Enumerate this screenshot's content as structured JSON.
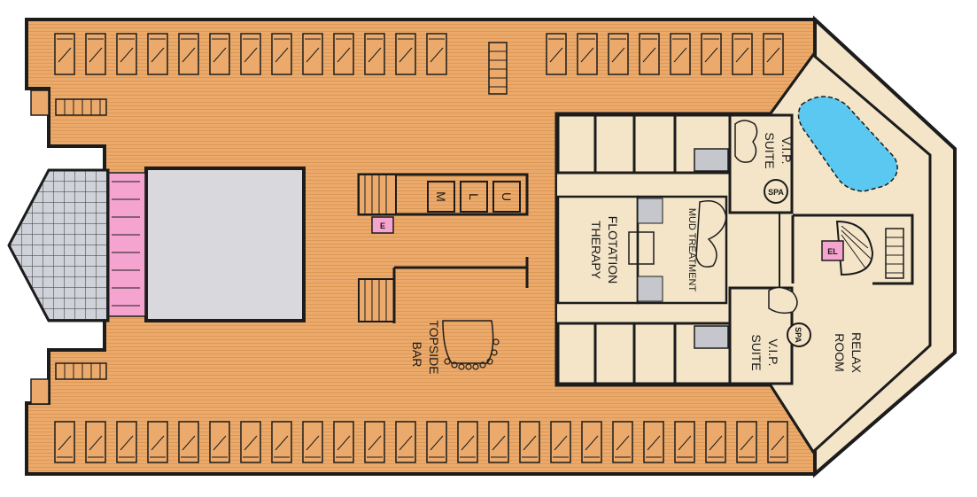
{
  "map": {
    "labels": {
      "topside_bar": [
        "TOPSIDE",
        "BAR"
      ],
      "flotation_therapy": [
        "FLOTATION",
        "THERAPY"
      ],
      "mud_treatment": "MUD TREATMENT",
      "vip_suite": [
        "V.I.P.",
        "SUITE"
      ],
      "relax_room": [
        "RELAX",
        "ROOM"
      ],
      "spa": "SPA",
      "elevator_e": "E",
      "elevator_el": "EL",
      "lift_letters": [
        "M",
        "L",
        "U"
      ]
    },
    "colors": {
      "deck_wood": "#ebaa6b",
      "deck_plank_line": "#d18c4e",
      "spa_floor": "#f4e5c8",
      "pool_water": "#5ac8f0",
      "stage_grey": "#d9d9dd",
      "glass_dome": "#c8ccd2",
      "elevator_pink": "#f5a3cf",
      "wall": "#1c1c1c",
      "service_grey": "#c5c7cc"
    },
    "icons": [
      "lounger-icon",
      "stairs-icon",
      "elevator-icon",
      "spa-badge-icon",
      "treatment-bed-icon",
      "pool-icon",
      "bar-counter-icon",
      "glass-dome-icon"
    ]
  }
}
